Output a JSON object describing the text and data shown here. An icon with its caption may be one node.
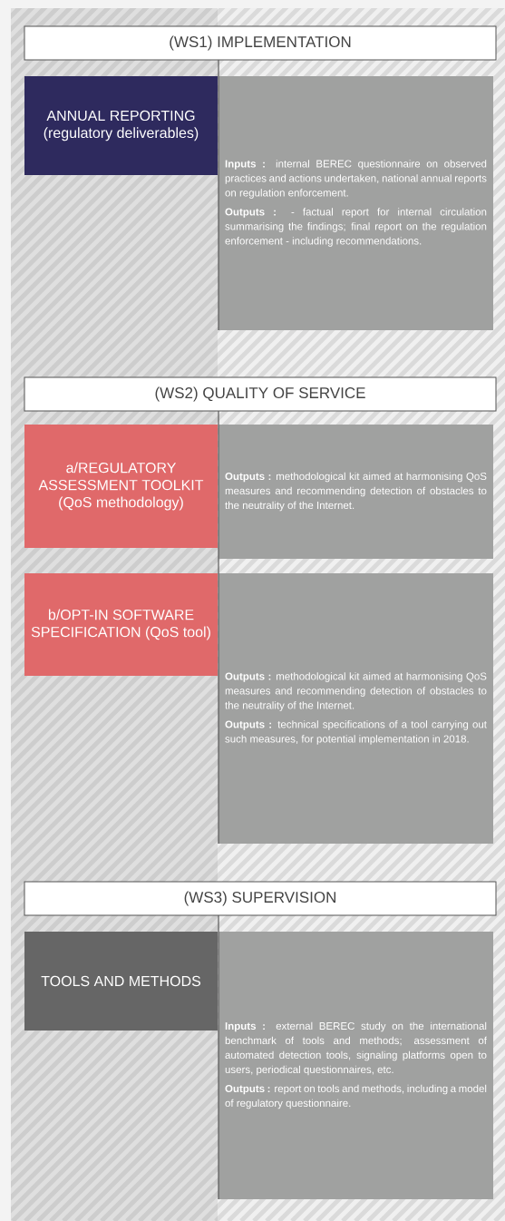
{
  "diagram": {
    "nodes": [
      {
        "text": [
          "(WS1) IMPLEMENTATION"
        ]
      },
      {
        "text": [
          "ANNUAL REPORTING (regulatory deliverables)"
        ]
      },
      {
        "text": [
          "**Inputs :** internal BEREC questionnaire on observed practices and actions undertaken, national annual reports on regulation enforcement.",
          "**Outputs :** - factual report for internal circulation summarising the findings; final report on the regulation enforcement - including recommendations."
        ]
      },
      {
        "text": [
          "(WS2) QUALITY OF SERVICE"
        ]
      },
      {
        "text": [
          "a/REGULATORY ASSESSMENT TOOLKIT (QoS methodology)"
        ]
      },
      {
        "text": [
          "**Outputs :** methodological kit aimed at harmonising QoS measures and recommending detection of obstacles to the neutrality of the Internet."
        ]
      },
      {
        "text": [
          "b/OPT-IN SOFTWARE SPECIFICATION (QoS tool)"
        ]
      },
      {
        "text": [
          "**Outputs :** methodological kit aimed at harmonising QoS measures and recommending detection of obstacles to the neutrality of the Internet.",
          "**Outputs :** technical specifications of a tool carrying out such measures, for potential implementation in 2018."
        ]
      },
      {
        "text": [
          "(WS3) SUPERVISION"
        ]
      },
      {
        "text": [
          "TOOLS AND METHODS"
        ]
      },
      {
        "text": [
          "**Inputs :** external BEREC study on the international benchmark of tools and methods; assessment of automated detection tools, signaling platforms open to users, periodical questionnaires, etc.",
          "**Outputs :** report on tools and methods, including a model of regulatory questionnaire."
        ]
      }
    ],
    "edges": [
      {
        "from": 0,
        "to": 2,
        "arrow": "none"
      },
      {
        "from": 3,
        "to": 5,
        "arrow": "none"
      },
      {
        "from": 5,
        "to": 7,
        "arrow": "none"
      },
      {
        "from": 8,
        "to": 10,
        "arrow": "none"
      }
    ]
  }
}
